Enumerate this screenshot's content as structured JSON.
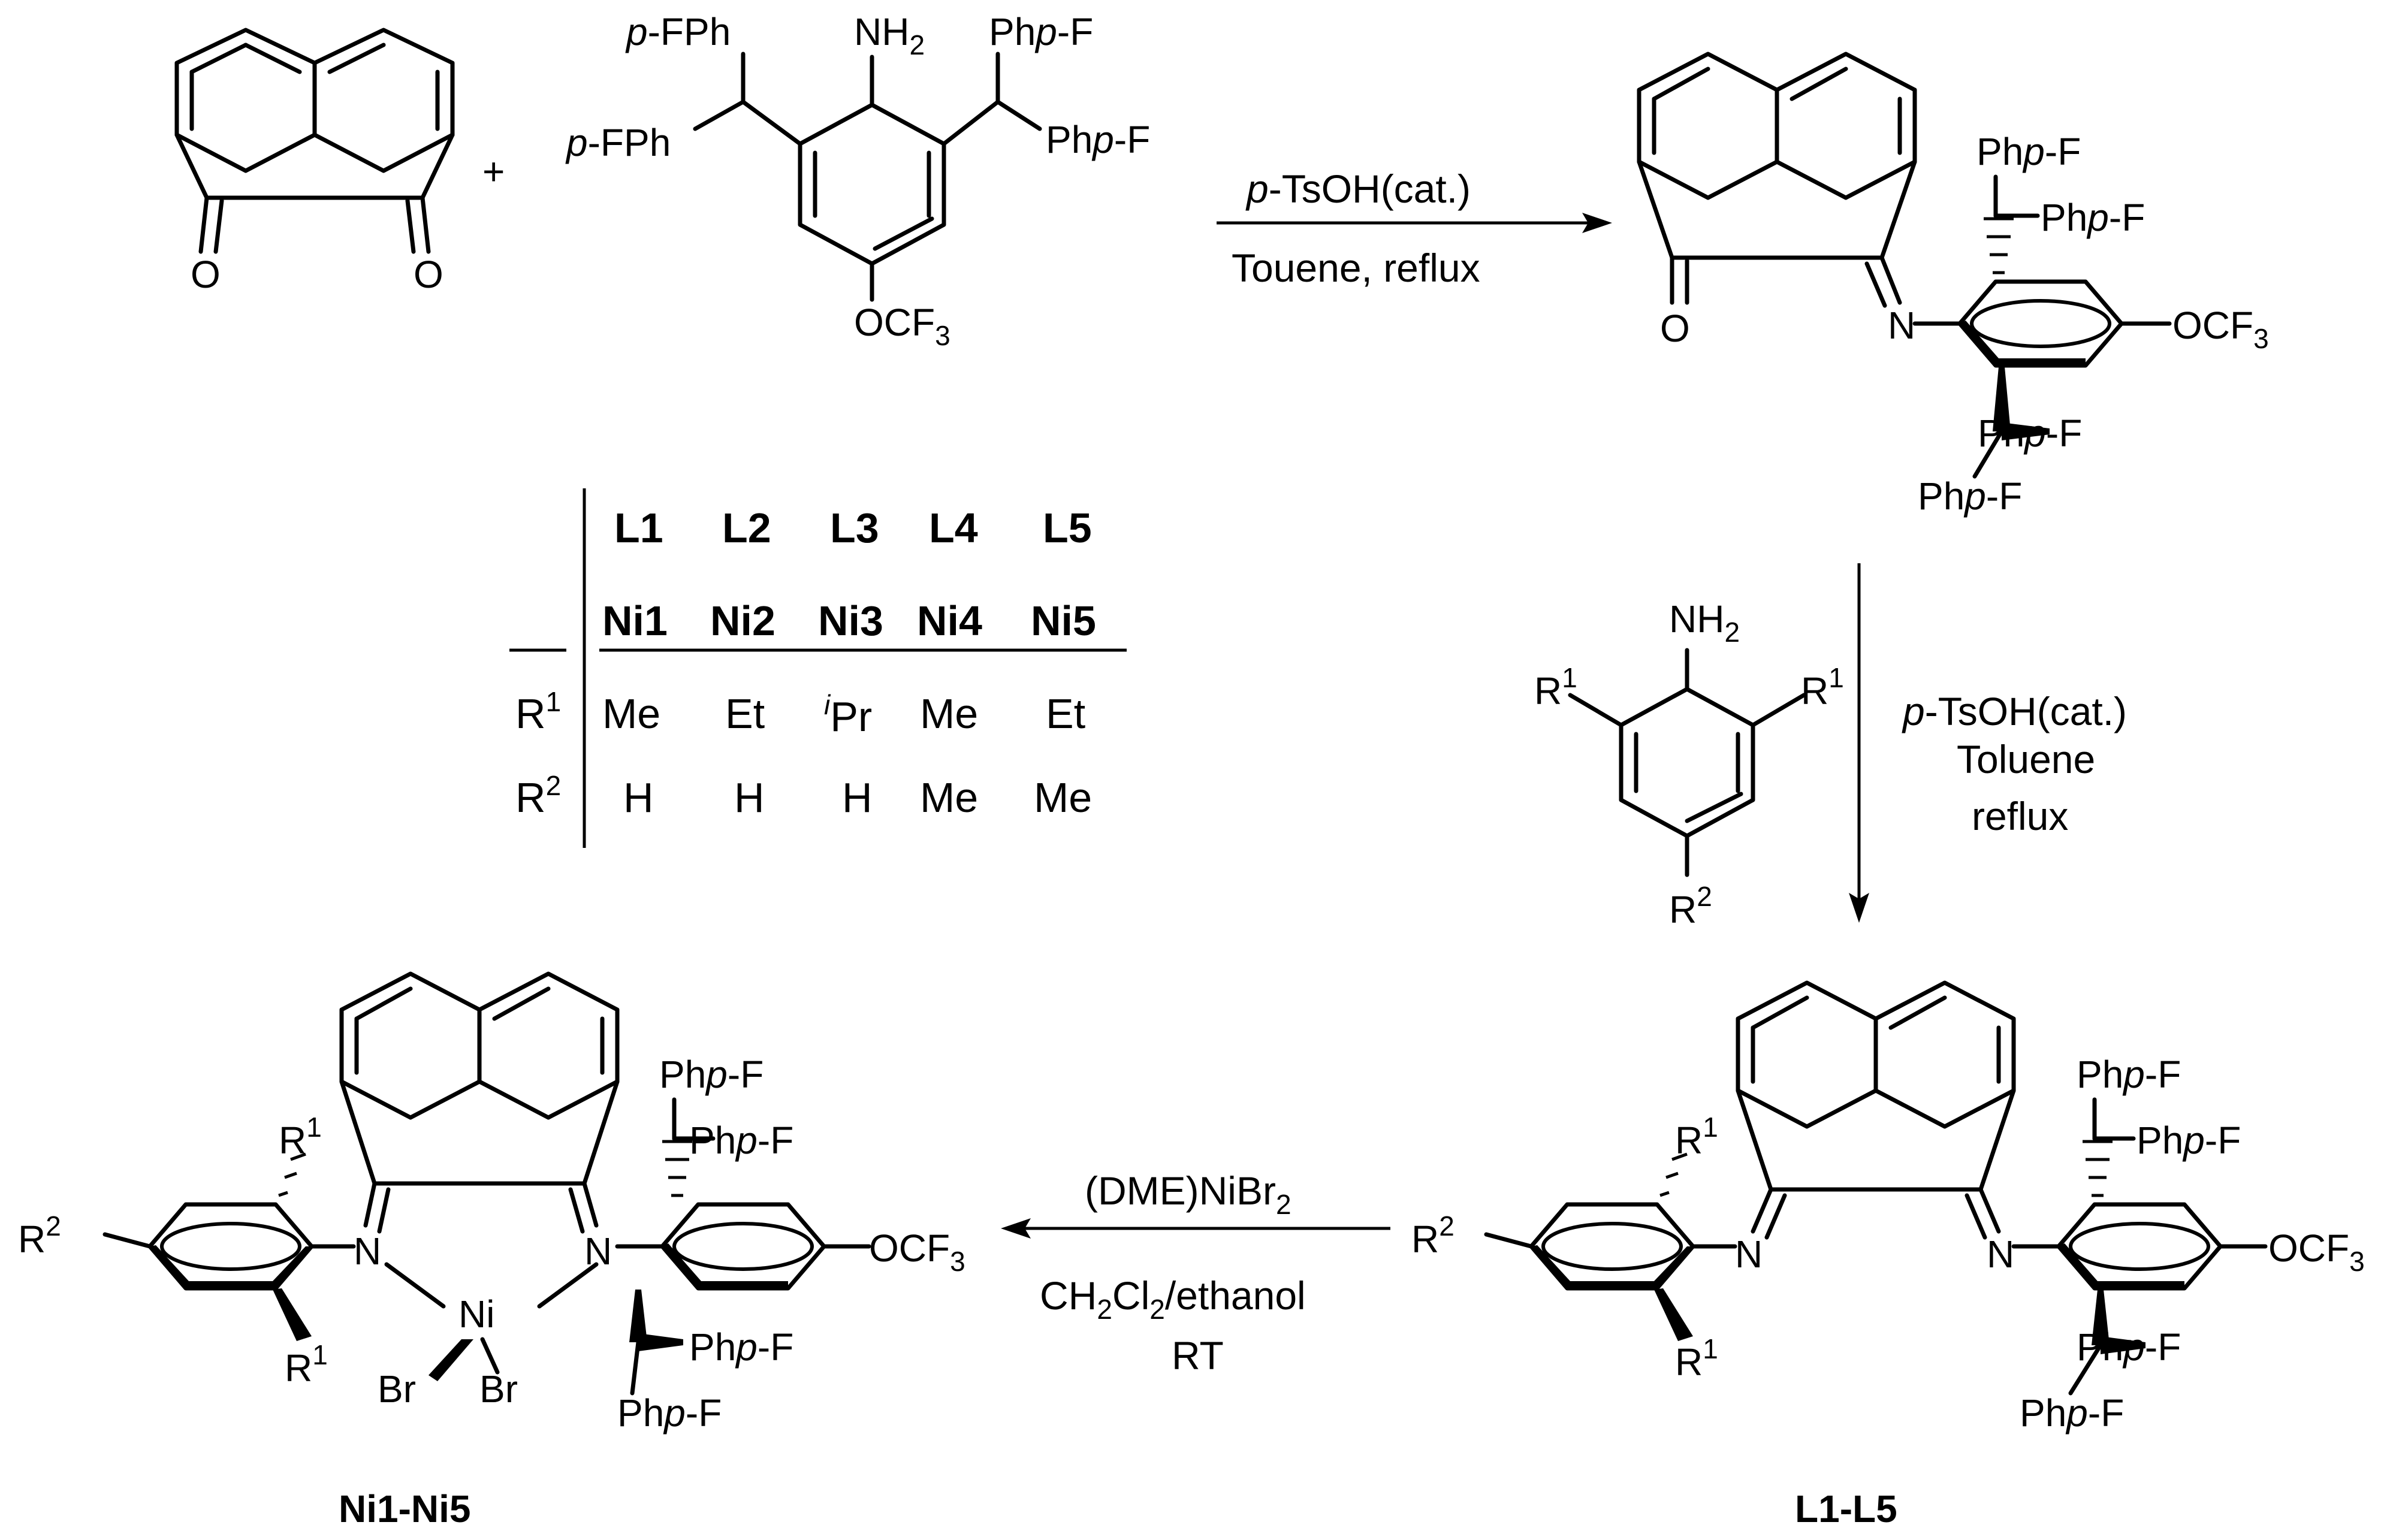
{
  "labels": {
    "plus": "+",
    "pFPh": "p-FPh",
    "pFPh_p": "p",
    "pFPh_rest": "-FPh",
    "Php": "Ph",
    "Php_p": "p",
    "Php_F": "-F",
    "NH": "NH",
    "two": "2",
    "three": "3",
    "one": "1",
    "O": "O",
    "N": "N",
    "OCF": "OCF",
    "R": "R",
    "Ni": "Ni",
    "Br": "Br"
  },
  "conditions": {
    "step1_p": "p",
    "step1_top": "-TsOH(cat.)",
    "step1_bottom": "Touene,  reflux",
    "step2_p": "p",
    "step2_line1": "-TsOH(cat.)",
    "step2_line2": "Toluene",
    "step2_line3": "reflux",
    "step3_line1a": "(DME)NiBr",
    "step3_line1b": "2",
    "step3_line2a": "CH",
    "step3_line2b": "2",
    "step3_line2c": "Cl",
    "step3_line2d": "2",
    "step3_line2e": "/ethanol",
    "step3_line3": "RT"
  },
  "compound_labels": {
    "complexes": "Ni1-Ni5",
    "ligands": "L1-L5"
  },
  "table": {
    "ligands": [
      "L1",
      "L2",
      "L3",
      "L4",
      "L5"
    ],
    "complexes": [
      "Ni1",
      "Ni2",
      "Ni3",
      "Ni4",
      "Ni5"
    ],
    "r1_label": "R",
    "r1_sup": "1",
    "r2_label": "R",
    "r2_sup": "2",
    "r1_values": [
      "Me",
      "Et",
      "Pr",
      "Me",
      "Et"
    ],
    "r1_iso_prefix": "i",
    "r2_values": [
      "H",
      "H",
      "H",
      "Me",
      "Me"
    ]
  }
}
